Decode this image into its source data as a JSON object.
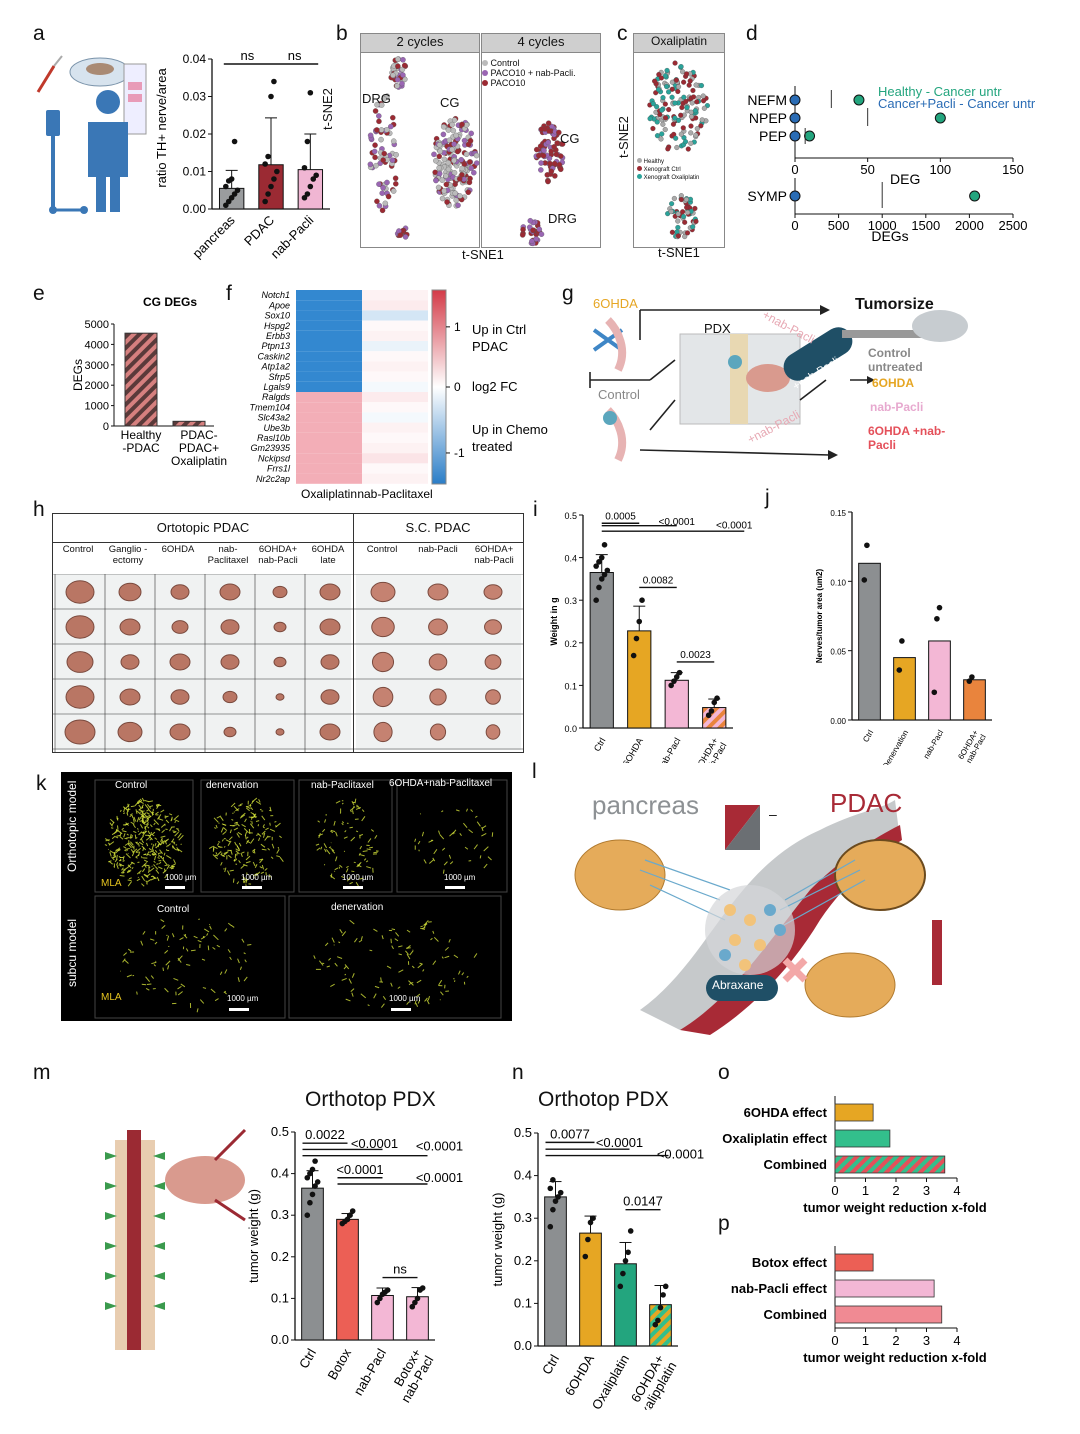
{
  "panel_letters": [
    "a",
    "b",
    "c",
    "d",
    "e",
    "f",
    "g",
    "h",
    "i",
    "j",
    "k",
    "l",
    "m",
    "n",
    "o",
    "p"
  ],
  "panel_a": {
    "ylabel": "ratio TH+ nerve/area",
    "yticks": [
      "0.00",
      "0.01",
      "0.02",
      "0.03",
      "0.04"
    ],
    "categories": [
      "pancreas",
      "PDAC",
      "nab-Pacli"
    ],
    "sig": [
      "ns",
      "ns"
    ]
  },
  "panel_b": {
    "tab1": "2 cycles",
    "tab2": "4 cycles",
    "xlabel": "t-SNE1",
    "ylabel": "t-SNE2",
    "labels": [
      "DRG",
      "CG",
      "CG",
      "DRG"
    ],
    "legend": [
      "Control",
      "PACO10 + nab-Pacli.",
      "PACO10"
    ]
  },
  "panel_c": {
    "title": "Oxaliplatin",
    "xlabel": "t-SNE1",
    "ylabel": "t-SNE2",
    "legend": [
      "Healthy",
      "Xenograft Ctrl",
      "Xenograft Oxaliplatin"
    ]
  },
  "panel_d": {
    "genes": [
      "NEFM",
      "NPEP",
      "PEP",
      "SYMP"
    ],
    "legend1": "Healthy - Cancer untr",
    "legend2": "Cancer+Pacli - Cancer untr",
    "xticks_top": [
      "0",
      "50",
      "100",
      "150"
    ],
    "xticks_bottom": [
      "0",
      "500",
      "1000",
      "1500",
      "2000",
      "2500"
    ],
    "deg_label": "DEG",
    "xlabel": "DEGs"
  },
  "panel_e": {
    "title": "CG DEGs",
    "ylabel": "DEGs",
    "yticks": [
      "0",
      "1000",
      "2000",
      "3000",
      "4000",
      "5000"
    ],
    "categories": [
      "Healthy\n-PDAC",
      "PDAC-\nPDAC+\nOxaliplatin"
    ]
  },
  "panel_f": {
    "genes": [
      "Notch1",
      "Apoe",
      "Sox10",
      "Hspg2",
      "Erbb3",
      "Ptpn13",
      "Caskin2",
      "Atp1a2",
      "Sfrp5",
      "Lgals9",
      "Ralgds",
      "Tmem104",
      "Slc43a2",
      "Ube3b",
      "Rasl10b",
      "Gm23935",
      "Nckipsd",
      "Frrs1l",
      "Nr2c2ap"
    ],
    "columns": [
      "Oxaliplatin",
      "nab-Paclitaxel"
    ],
    "scale_ticks": [
      "1",
      "0",
      "-1"
    ],
    "scale_label": "log2 FC",
    "up_ctrl": "Up in Ctrl PDAC",
    "up_chemo": "Up in Chemo treated"
  },
  "panel_g": {
    "title": "Tumorsize",
    "labels": [
      "6OHDA",
      "PDX",
      "Control",
      "+nab-Pacli",
      "+nab-Pacli",
      "+nab-Pacli"
    ],
    "legend": [
      "Control untreated",
      "6OHDA",
      "nab-Pacli",
      "6OHDA +nab-Pacli"
    ]
  },
  "panel_h": {
    "title1": "Ortotopic PDAC",
    "title2": "S.C. PDAC",
    "cols1": [
      "Control",
      "Ganglio -ectomy",
      "6OHDA",
      "nab- Paclitaxel",
      "6OHDA+ nab-Pacli",
      "6OHDA late"
    ],
    "cols2": [
      "Control",
      "nab-Pacli",
      "6OHDA+ nab-Pacli"
    ]
  },
  "panel_i": {
    "ylabel": "Weight in g",
    "yticks": [
      "0.0",
      "0.1",
      "0.2",
      "0.3",
      "0.4",
      "0.5"
    ],
    "categories": [
      "Ctrl",
      "6OHDA",
      "nab-Pacl",
      "6OHDA+ nab-Pacl"
    ],
    "sig": [
      "0.0005",
      "<0.0001",
      "<0.0001",
      "0.0082",
      "0.0023"
    ]
  },
  "panel_j": {
    "ylabel": "Nerves/tumor area (um2)",
    "yticks": [
      "0.00",
      "0.05",
      "0.10",
      "0.15"
    ],
    "categories": [
      "Ctrl",
      "Denervation",
      "nab-Pacl",
      "6OHDA+ nab-Pacl"
    ]
  },
  "panel_k": {
    "side1": "Orthotopic model",
    "side2": "subcu model",
    "top_cols": [
      "Control",
      "denervation",
      "nab-Paclitaxel",
      "6OHDA+nab-Paclitaxel"
    ],
    "bottom_cols": [
      "Control",
      "denervation"
    ],
    "scale": "1000 µm",
    "stain": "MLA"
  },
  "panel_l": {
    "left": "pancreas",
    "right": "PDAC",
    "drug": "Abraxane",
    "minus": "–"
  },
  "panel_m": {
    "title": "Orthotop PDX",
    "ylabel": "tumor weight (g)",
    "yticks": [
      "0.0",
      "0.1",
      "0.2",
      "0.3",
      "0.4",
      "0.5"
    ],
    "categories": [
      "Ctrl",
      "Botox",
      "nab-Pacl",
      "Botox+ nab-Pacl"
    ],
    "sig": [
      "0.0022",
      "<0.0001",
      "<0.0001",
      "<0.0001",
      "<0.0001",
      "ns"
    ]
  },
  "panel_n": {
    "title": "Orthotop PDX",
    "ylabel": "tumor weight (g)",
    "yticks": [
      "0.0",
      "0.1",
      "0.2",
      "0.3",
      "0.4",
      "0.5"
    ],
    "categories": [
      "Ctrl",
      "6OHDA",
      "Oxaliplatin",
      "6OHDA+ Oxalipplatin"
    ],
    "sig": [
      "0.0077",
      "<0.0001",
      "<0.0001",
      "0.0147"
    ]
  },
  "panel_o": {
    "categories": [
      "6OHDA effect",
      "Oxaliplatin effect",
      "Combined"
    ],
    "xticks": [
      "0",
      "1",
      "2",
      "3",
      "4"
    ],
    "xlabel": "tumor weight reduction x-fold"
  },
  "panel_p": {
    "categories": [
      "Botox effect",
      "nab-Pacli effect",
      "Combined"
    ],
    "xticks": [
      "0",
      "1",
      "2",
      "3",
      "4"
    ],
    "xlabel": "tumor weight reduction x-fold"
  },
  "colors": {
    "gray": "#8c8f91",
    "darkred": "#9b2a33",
    "pink": "#e7a9cf",
    "orange": "#e6a623",
    "green": "#23a57e",
    "blue": "#2a6cb5",
    "salmon": "#ec5f55",
    "lightpink": "#f3b7d5",
    "red": "#e4505a",
    "mint": "#33bf8c"
  },
  "chart_data": [
    {
      "id": "a",
      "type": "bar",
      "categories": [
        "pancreas",
        "PDAC",
        "nab-Pacli"
      ],
      "values": [
        0.0055,
        0.0118,
        0.0105
      ],
      "errors": [
        0.0048,
        0.0125,
        0.0095
      ],
      "ylabel": "ratio TH+ nerve/area",
      "ylim": [
        0,
        0.04
      ],
      "points": [
        [
          0.001,
          0.002,
          0.003,
          0.004,
          0.005,
          0.006,
          0.0075,
          0.008,
          0.018
        ],
        [
          0.002,
          0.004,
          0.006,
          0.008,
          0.01,
          0.012,
          0.014,
          0.03,
          0.034
        ],
        [
          0.003,
          0.004,
          0.006,
          0.008,
          0.009,
          0.011,
          0.018,
          0.031
        ]
      ]
    },
    {
      "id": "d",
      "type": "scatter",
      "genes": [
        "NEFM",
        "NPEP",
        "PEP",
        "SYMP"
      ],
      "healthy_vs_cancer": [
        44,
        100,
        10,
        2060
      ],
      "cancerpacli_vs_cancer": [
        0,
        0,
        0,
        0
      ],
      "xlim_top": [
        0,
        150
      ],
      "xlim_bottom": [
        0,
        2500
      ]
    },
    {
      "id": "e",
      "type": "bar",
      "categories": [
        "Healthy-PDAC",
        "PDAC-PDAC+Oxaliplatin"
      ],
      "values": [
        4550,
        230
      ],
      "ylim": [
        0,
        5000
      ],
      "title": "CG DEGs",
      "ylabel": "DEGs"
    },
    {
      "id": "f",
      "type": "heatmap",
      "rows": 19,
      "columns": [
        "Oxaliplatin",
        "nab-Paclitaxel"
      ],
      "values": [
        [
          -0.95,
          0.1
        ],
        [
          -0.95,
          0.15
        ],
        [
          -0.95,
          -0.2
        ],
        [
          -0.95,
          0.05
        ],
        [
          -0.95,
          0.1
        ],
        [
          -0.95,
          -0.1
        ],
        [
          -0.95,
          0.05
        ],
        [
          -0.95,
          0.1
        ],
        [
          -0.95,
          0.05
        ],
        [
          -0.95,
          -0.05
        ],
        [
          0.6,
          0.15
        ],
        [
          0.6,
          0.05
        ],
        [
          0.6,
          -0.05
        ],
        [
          0.6,
          0.1
        ],
        [
          0.6,
          0.05
        ],
        [
          0.6,
          0.1
        ],
        [
          0.6,
          0.2
        ],
        [
          0.6,
          0.05
        ],
        [
          0.6,
          0.1
        ]
      ]
    },
    {
      "id": "i",
      "type": "bar",
      "categories": [
        "Ctrl",
        "6OHDA",
        "nab-Pacl",
        "6OHDA+ nab-Pacl"
      ],
      "values": [
        0.365,
        0.228,
        0.112,
        0.048
      ],
      "errors": [
        0.042,
        0.058,
        0.018,
        0.02
      ],
      "ylim": [
        0,
        0.5
      ],
      "ylabel": "Weight in g",
      "points": [
        [
          0.3,
          0.33,
          0.35,
          0.36,
          0.37,
          0.38,
          0.39,
          0.4,
          0.43
        ],
        [
          0.17,
          0.21,
          0.25,
          0.3
        ],
        [
          0.1,
          0.11,
          0.12,
          0.13
        ],
        [
          0.03,
          0.04,
          0.06,
          0.07
        ]
      ]
    },
    {
      "id": "j",
      "type": "bar",
      "categories": [
        "Ctrl",
        "Denervation",
        "nab-Pacl",
        "6OHDA+ nab-Pacl"
      ],
      "values": [
        0.113,
        0.045,
        0.057,
        0.029
      ],
      "ylim": [
        0,
        0.15
      ],
      "ylabel": "Nerves/tumor area (um2)",
      "points": [
        [
          0.101,
          0.126
        ],
        [
          0.036,
          0.057
        ],
        [
          0.02,
          0.073,
          0.081
        ],
        [
          0.028,
          0.031
        ]
      ]
    },
    {
      "id": "m",
      "type": "bar",
      "categories": [
        "Ctrl",
        "Botox",
        "nab-Pacl",
        "Botox+ nab-Pacl"
      ],
      "values": [
        0.365,
        0.29,
        0.107,
        0.104
      ],
      "errors": [
        0.042,
        0.014,
        0.018,
        0.022
      ],
      "ylim": [
        0,
        0.5
      ],
      "ylabel": "tumor weight (g)",
      "points": [
        [
          0.3,
          0.33,
          0.35,
          0.37,
          0.38,
          0.39,
          0.4,
          0.41,
          0.43
        ],
        [
          0.28,
          0.285,
          0.29,
          0.3,
          0.31
        ],
        [
          0.09,
          0.1,
          0.11,
          0.115,
          0.12
        ],
        [
          0.08,
          0.09,
          0.1,
          0.12,
          0.125
        ]
      ]
    },
    {
      "id": "n",
      "type": "bar",
      "categories": [
        "Ctrl",
        "6OHDA",
        "Oxaliplatin",
        "6OHDA+ Oxalipplatin"
      ],
      "values": [
        0.35,
        0.265,
        0.193,
        0.097
      ],
      "errors": [
        0.036,
        0.04,
        0.05,
        0.045
      ],
      "ylim": [
        0,
        0.5
      ],
      "ylabel": "tumor weight (g)",
      "points": [
        [
          0.28,
          0.32,
          0.34,
          0.35,
          0.36,
          0.37,
          0.39
        ],
        [
          0.21,
          0.25,
          0.29,
          0.3
        ],
        [
          0.14,
          0.17,
          0.2,
          0.22,
          0.27
        ],
        [
          0.05,
          0.06,
          0.09,
          0.12,
          0.14
        ]
      ]
    },
    {
      "id": "o",
      "type": "bar",
      "orientation": "horizontal",
      "categories": [
        "6OHDA effect",
        "Oxaliplatin effect",
        "Combined"
      ],
      "values": [
        1.25,
        1.8,
        3.6
      ],
      "xlim": [
        0,
        4
      ],
      "xlabel": "tumor weight reduction x-fold"
    },
    {
      "id": "p",
      "type": "bar",
      "orientation": "horizontal",
      "categories": [
        "Botox effect",
        "nab-Pacli effect",
        "Combined"
      ],
      "values": [
        1.25,
        3.25,
        3.5
      ],
      "xlim": [
        0,
        4
      ],
      "xlabel": "tumor weight reduction x-fold"
    }
  ]
}
